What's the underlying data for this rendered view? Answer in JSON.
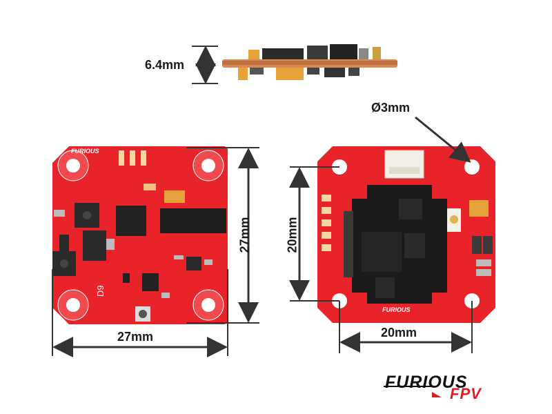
{
  "side_view": {
    "height_label": "6.4mm"
  },
  "left_board": {
    "width_label": "27mm",
    "height_label": "27mm",
    "silk_top": "FURIOUS",
    "silk_id": "D9"
  },
  "right_board": {
    "width_label": "20mm",
    "height_label": "20mm",
    "hole_label": "Ø3mm",
    "silk_bottom": "FURIOUS"
  },
  "logo": {
    "word1": "FURIOUS",
    "word2": "FPV"
  },
  "colors": {
    "pcb": "#e8232a",
    "pcb_dark": "#c8161d",
    "module": "#1b1b1b",
    "arrow": "#333333",
    "brand_accent": "#e11b22"
  }
}
